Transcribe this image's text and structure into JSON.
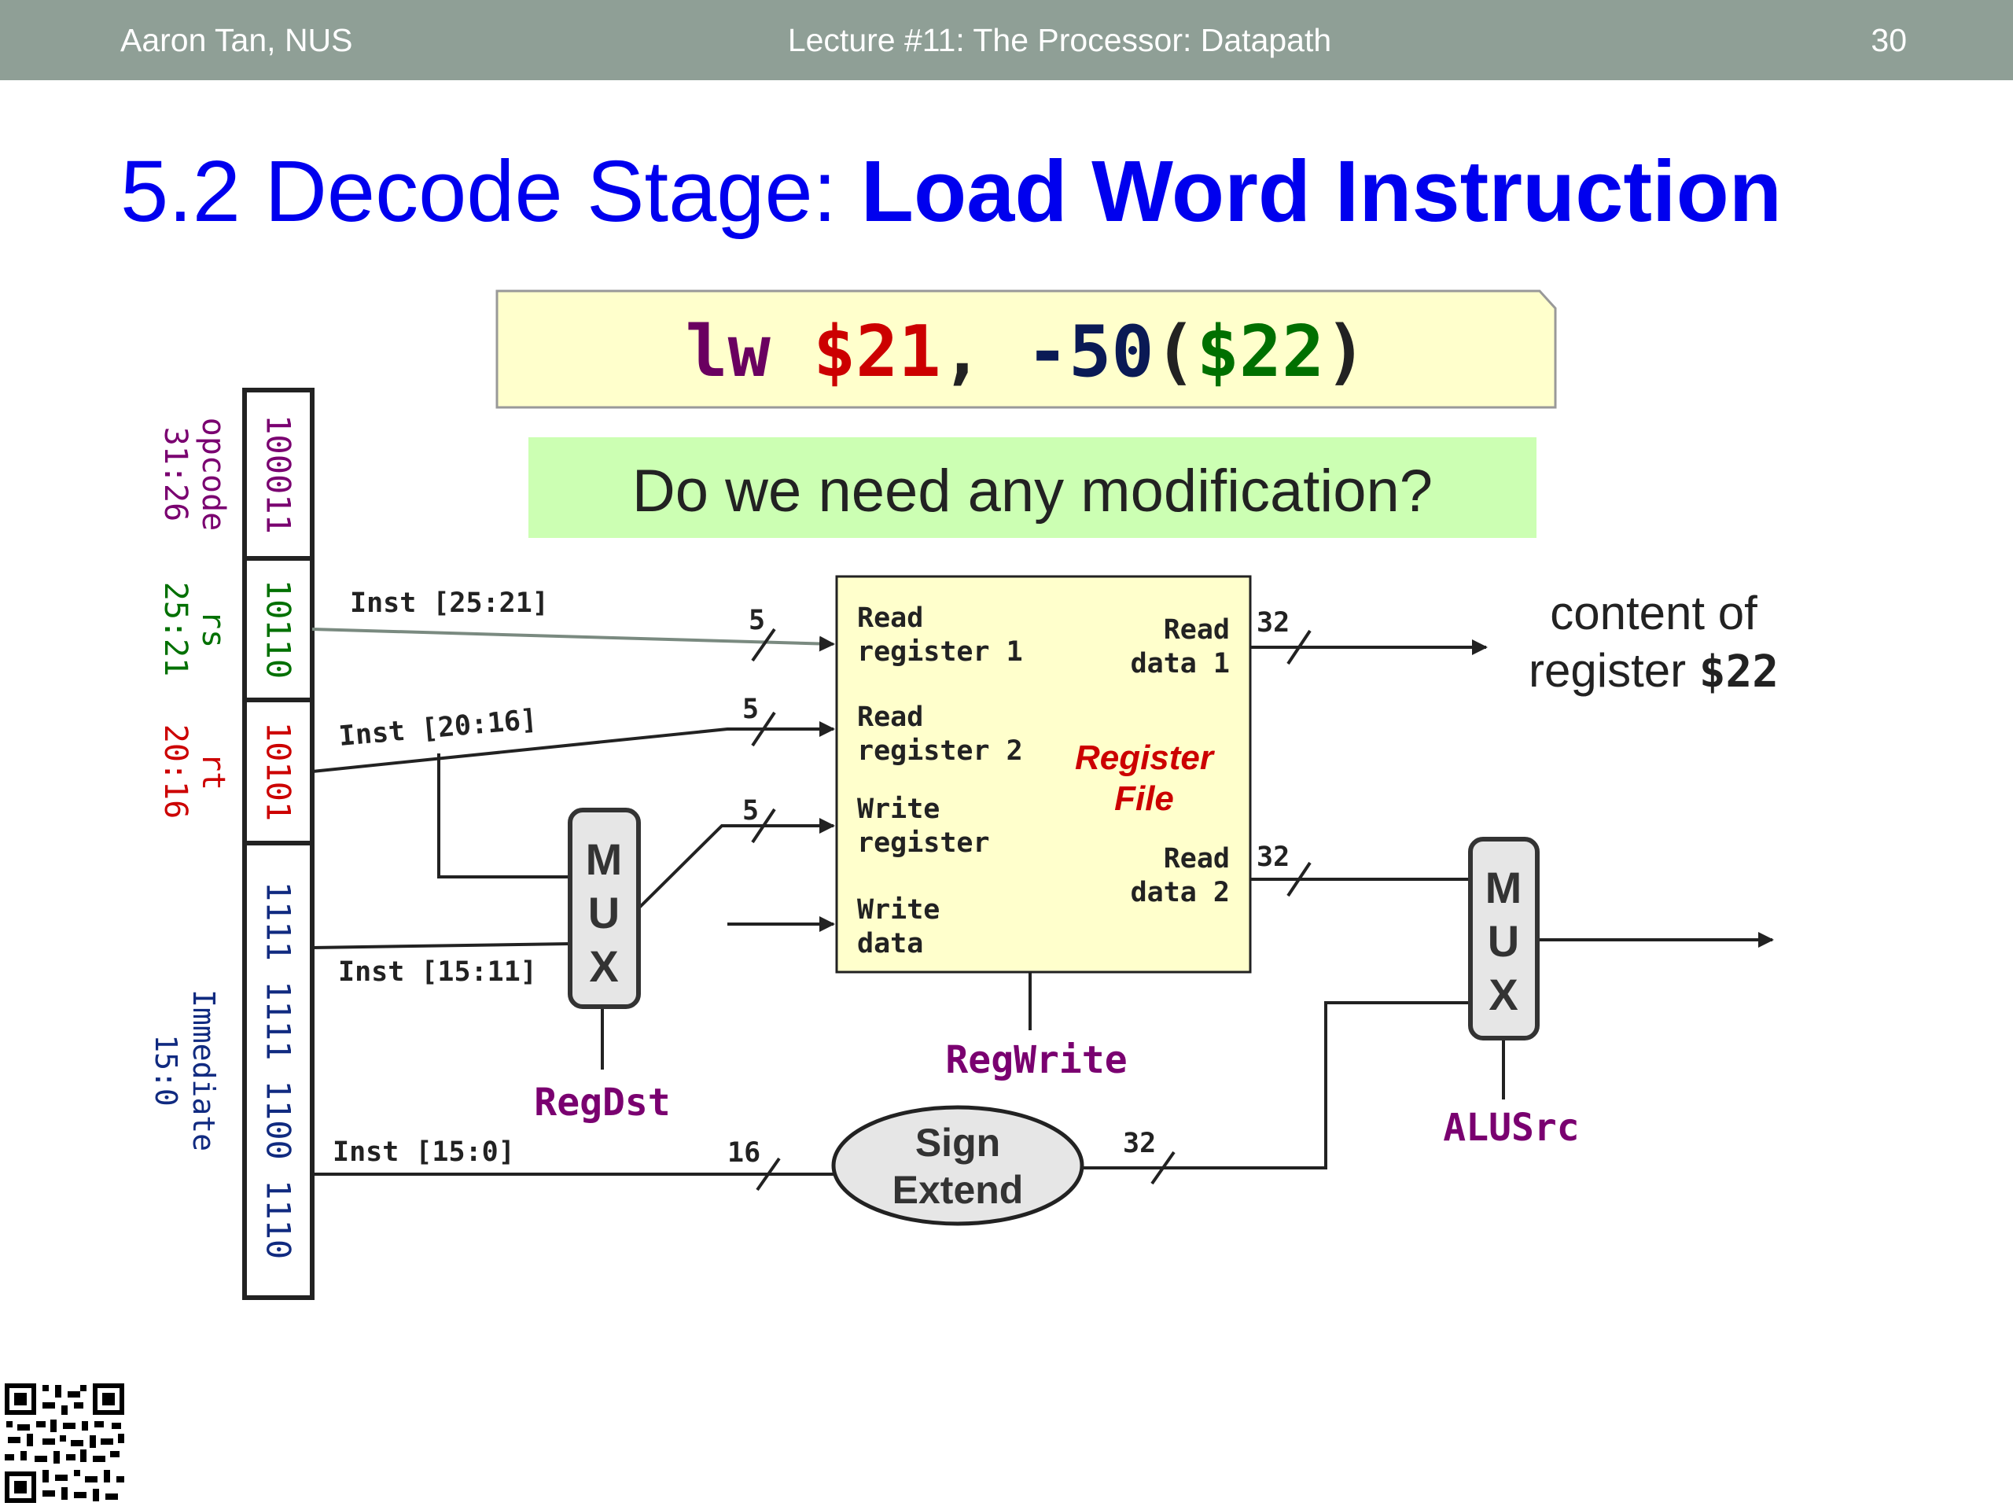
{
  "header": {
    "author": "Aaron Tan, NUS",
    "lecture": "Lecture #11: The Processor: Datapath",
    "page_number": "30"
  },
  "title": {
    "prefix": "5.2 Decode Stage: ",
    "emphasis": "Load Word Instruction"
  },
  "instruction": {
    "op": "lw",
    "rt": "$21",
    "comma": ",",
    "offset": "-50",
    "paren_open": "(",
    "rs": "$22",
    "paren_close": ")"
  },
  "question": "Do we need any modification?",
  "fields": [
    {
      "name": "opcode",
      "range": "31:26",
      "bits": "100011",
      "color": "#7a0070"
    },
    {
      "name": "rs",
      "range": "25:21",
      "bits": "10110",
      "color": "#007000"
    },
    {
      "name": "rt",
      "range": "20:16",
      "bits": "10101",
      "color": "#cc0000"
    },
    {
      "name": "Immediate",
      "range": "15:0",
      "bits": "1111 1111 1100 1110",
      "color": "#102a80"
    }
  ],
  "wires": {
    "inst_25_21": "Inst [25:21]",
    "inst_20_16": "Inst [20:16]",
    "inst_15_11": "Inst [15:11]",
    "inst_15_0": "Inst [15:0]"
  },
  "bus_widths": {
    "read_reg1": "5",
    "read_reg2": "5",
    "write_reg": "5",
    "read_data1": "32",
    "read_data2": "32",
    "sign_in": "16",
    "sign_out": "32"
  },
  "register_file": {
    "read_register_1": [
      "Read",
      "register 1"
    ],
    "read_register_2": [
      "Read",
      "register 2"
    ],
    "write_register": [
      "Write",
      "register"
    ],
    "write_data": [
      "Write",
      "data"
    ],
    "read_data_1": [
      "Read",
      "data 1"
    ],
    "read_data_2": [
      "Read",
      "data 2"
    ],
    "name": [
      "Register",
      "File"
    ],
    "fill": "#ffffcc"
  },
  "mux_letters": [
    "M",
    "U",
    "X"
  ],
  "control_signals": {
    "reg_dst": "RegDst",
    "reg_write": "RegWrite",
    "alu_src": "ALUSrc",
    "color": "#7a0070"
  },
  "sign_extend": [
    "Sign",
    "Extend"
  ],
  "output_note": {
    "line1": "content of",
    "line2_prefix": "register ",
    "line2_reg": "$22"
  },
  "colors": {
    "header_bg": "#8f9f96",
    "title": "#0000ee",
    "instruction_box": "#ffffcc",
    "question_box": "#ccffb3",
    "register_file_label": "#cc0000"
  },
  "icons": {
    "qr": "qr-code-icon"
  }
}
